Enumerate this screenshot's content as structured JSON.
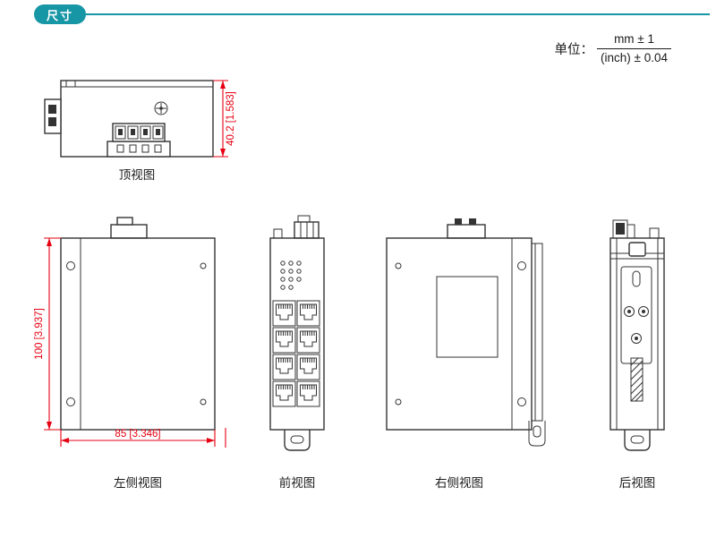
{
  "colors": {
    "accent": "#1796a6",
    "line": "#333333",
    "dimension": "#e60012",
    "text": "#1a1a1a"
  },
  "header": {
    "label": "尺寸"
  },
  "unit_note": {
    "prefix": "单位：",
    "tolerance_mm": "mm ± 1",
    "tolerance_inch": "(inch) ± 0.04"
  },
  "dimensions": {
    "depth": "40.2 [1.583]",
    "height": "100 [3.937]",
    "width": "85 [3.346]"
  },
  "views": {
    "top": "顶视图",
    "left": "左侧视图",
    "front": "前视图",
    "right": "右侧视图",
    "rear": "后视图"
  }
}
